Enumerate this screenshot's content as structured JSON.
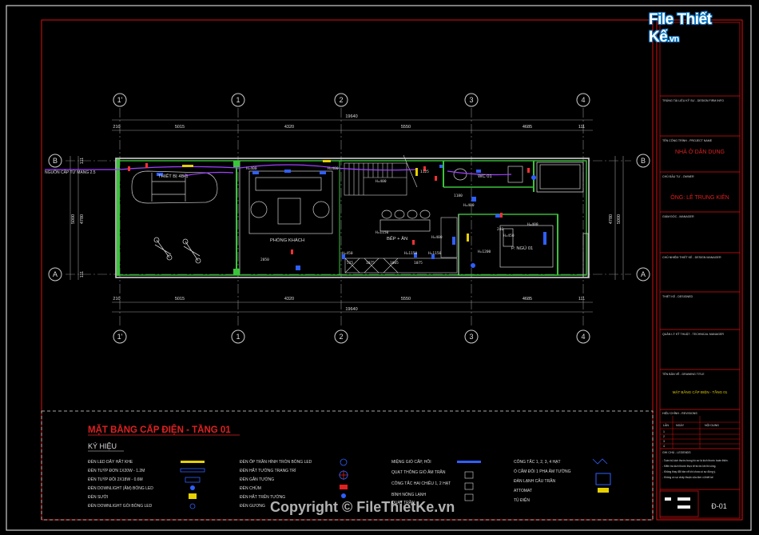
{
  "watermark": {
    "brand": "File Thiết Kế",
    "domain_suffix": ".vn",
    "copyright": "Copyright © FileThietKe.vn"
  },
  "axes": {
    "numbers": [
      "1'",
      "1",
      "2",
      "3",
      "4"
    ],
    "letters": [
      "B",
      "A"
    ]
  },
  "dims": {
    "top_segments": [
      "210",
      "5015",
      "4320",
      "5550",
      "4685",
      "111"
    ],
    "top_total": "19640",
    "bottom_segments": [
      "210",
      "5015",
      "4320",
      "5550",
      "4685",
      "111"
    ],
    "bottom_total": "19640",
    "left": [
      "5000",
      "4780",
      "111",
      "111"
    ],
    "right": [
      "4780",
      "5000"
    ]
  },
  "rooms": {
    "garage_label": "THIẾT BỊ 4B-1",
    "living": "PHÒNG KHÁCH",
    "dining": "BẾP + ĂN",
    "wc": "WC 01",
    "bedroom": "P. NGỦ 01",
    "supply_note": "NGUỒN CẤP TỪ MẠNG 2.5"
  },
  "heights": [
    "H=400",
    "H=400",
    "H=1150",
    "H=450",
    "H=1150",
    "H=1150",
    "H=400",
    "H=1200",
    "H=400",
    "H=400",
    "H=400",
    "H=450",
    "2050",
    "1125",
    "1180",
    "240",
    "525",
    "1075",
    "1005",
    "1075"
  ],
  "titleblock": {
    "owner_label": "TRÚNG TÀI LIỆU KỸ SƯ - DESIGN FIRM INFO",
    "project_label": "TÊN CÔNG TRÌNH - PROJECT NAME",
    "project_name": "NHÀ Ở DÂN DỤNG",
    "client_label": "CHỦ ĐẦU TƯ - OWNER",
    "client_name": "ÔNG: LÊ TRUNG KIÊN",
    "director_label": "GIÁM ĐỐC - MANAGER",
    "designer_label": "CHỦ NHIỆM THIẾT KẾ - DESIGN MANAGER",
    "drawer_label": "THIẾT KẾ - DESIGNED",
    "qa_label": "QUẢN LÝ KỸ THUẬT - TECHNICAL MANAGER",
    "drawing_label": "TÊN BẢN VẼ - DRAWING TITLE",
    "drawing_name": "MẶT BẰNG CẤP ĐIỆN - TẦNG 01",
    "rev_label": "HIỆU CHỈNH - REVISIONS",
    "rev_cols": [
      "LẦN",
      "NGÀY",
      "NỘI DUNG"
    ],
    "rev_rows": [
      "1",
      "2",
      "3",
      "4"
    ],
    "notes_label": "GHI CHÚ - LEGENDS",
    "notes": [
      "- Toàn bộ kích thước trong hồ sơ là kích thước hoàn thiện.",
      "- Kiểm tra kích thước thực tế trước khi thi công.",
      "- Không thay đổi bản vẽ khi chưa có sự đồng ý.",
      "- Không có sự chấp thuận của đơn vị thiết kế."
    ],
    "sheet": "Đ-01"
  },
  "legend": {
    "title": "MẶT BẰNG CẤP ĐIỆN - TẦNG 01",
    "subtitle": "KÝ HIỆU",
    "col1": [
      "ĐÈN LED DÂY HẮT KHE",
      "ĐÈN TUÝP ĐƠN 1X20W - 1.2M",
      "ĐÈN TUÝP ĐÔI 2X18W - 0.6M",
      "ĐÈN DOWNLIGHT (ÂM) BÓNG LED",
      "ĐÈN SƯỞI",
      "ĐÈN DOWNLIGHT GÓI BÓNG LED"
    ],
    "col2": [
      "ĐÈN ỐP TRẦN HÌNH TRÒN BÓNG LED",
      "ĐÈN HẮT TƯỜNG TRANG TRÍ",
      "ĐÈN GẮN TƯỜNG",
      "ĐÈN CHÙM",
      "ĐÈN HẮT TRÊN TƯỜNG",
      "ĐÈN GƯƠNG"
    ],
    "col3": [
      "MIỆNG GIÓ CẤP, HỒI",
      "QUẠT THÔNG GIÓ ÂM TRẦN",
      "CÔNG TẮC HAI CHIỀU 1, 2 HẠT",
      "BÌNH NÓNG LẠNH",
      "QUẠT TRẦN"
    ],
    "col4": [
      "CÔNG TẮC 1, 2, 3, 4 HẠT",
      "Ổ CẮM ĐÔI 1 PHA ÂM TƯỜNG",
      "ĐÀN LẠNH CÂU TRẦN",
      "ATTOMAT",
      "TỦ ĐIỆN"
    ]
  }
}
